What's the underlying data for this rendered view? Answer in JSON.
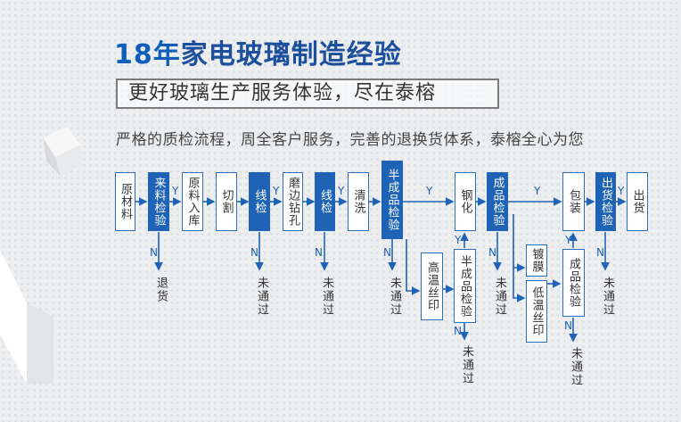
{
  "header": {
    "title_num": "18年",
    "title_rest": "家电玻璃制造经验",
    "subtitle": "更好玻璃生产服务体验，尽在泰榕",
    "tagline": "严格的质检流程，周全客户服务，完善的退换货体系，泰榕全心为您"
  },
  "flow": {
    "raw_material": "原材料",
    "incoming_check": "来料检验",
    "stock_in": "原料入库",
    "cut": "切割",
    "line_check": "线检",
    "grind": "磨边钻孔",
    "line_check2": "线检",
    "wash": "清洗",
    "semi_check": "半成品检验",
    "high_temp_print": "高温丝印",
    "semi_check2": "半成品检验",
    "temper": "钢化",
    "finished_check": "成品检验",
    "coating": "镀膜",
    "low_temp_print": "低温丝印",
    "finished_check2": "成品检验",
    "pack": "包装",
    "ship_check": "出货检验",
    "ship": "出货",
    "yes": "Y",
    "no": "N",
    "return_goods": "退货",
    "not_passed": "未通过"
  },
  "colors": {
    "accent": "#1e63b6",
    "title": "#1c4f9c"
  }
}
